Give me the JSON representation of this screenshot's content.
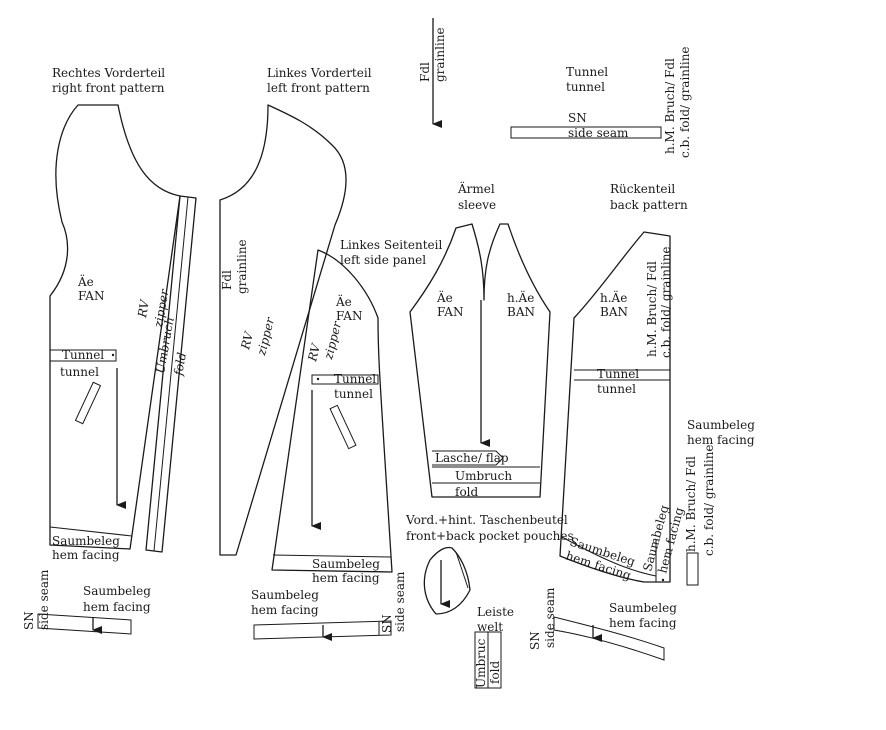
{
  "labels": {
    "rf_de": "Rechtes Vorderteil",
    "rf_en": "right front pattern",
    "lf_de": "Linkes Vorderteil",
    "lf_en": "left front pattern",
    "fdl": "Fdl",
    "grainline": "grainline",
    "tunnel_de": "Tunnel",
    "tunnel_en": "tunnel",
    "sn": "SN",
    "side_seam": "side seam",
    "hm_bruch": "h.M. Bruch/ Fdl",
    "cb_fold": "c.b. fold/ grainline",
    "aermel_de": "Ärmel",
    "aermel_en": "sleeve",
    "back_de": "Rückenteil",
    "back_en": "back pattern",
    "side_de": "Linkes Seitenteil",
    "side_en": "left side panel",
    "ae": "Äe",
    "fan": "FAN",
    "hae": "h.Äe",
    "ban": "BAN",
    "rv": "RV",
    "zipper": "zipper",
    "umbruch": "Umbruch",
    "fold": "fold",
    "lasche": "Lasche/ flap",
    "saumbeleg": "Saumbeleg",
    "hem_facing": "hem facing",
    "pocket_de": "Vord.+hint. Taschenbeutel",
    "pocket_en": "front+back pocket pouches",
    "leiste": "Leiste",
    "welt": "welt",
    "umbruc": "Umbruc",
    "fold_short": "fold"
  }
}
